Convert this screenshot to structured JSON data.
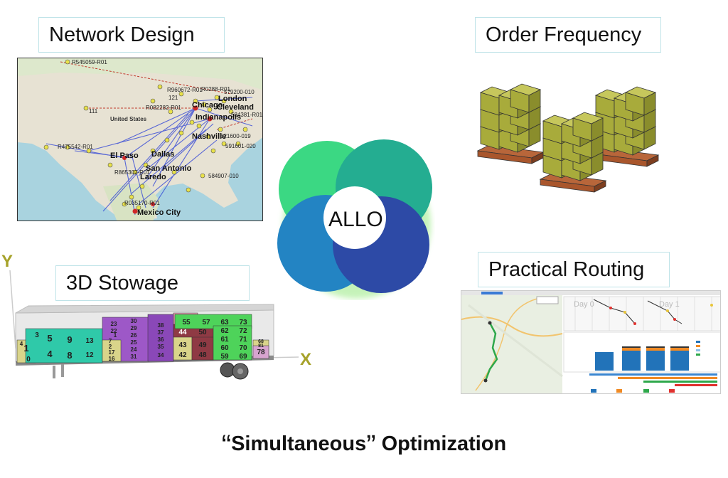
{
  "sections": {
    "network_design": {
      "title": "Network Design"
    },
    "order_frequency": {
      "title": "Order Frequency"
    },
    "stowage": {
      "title": "3D Stowage"
    },
    "routing": {
      "title": "Practical Routing"
    }
  },
  "center": {
    "label": "ALLO"
  },
  "footer": {
    "open_quote": "“",
    "text_a": "Simultaneous",
    "close_quote": "”",
    "text_b": " Optimization"
  },
  "map_labels": {
    "cities": [
      "Chicago",
      "London",
      "Cleveland",
      "Indianapolis",
      "Nashville",
      "Dallas",
      "El Paso",
      "San Antonio",
      "Laredo",
      "Mexico City",
      "United States"
    ],
    "codes": [
      "R545059-R01",
      "R960672-R01",
      "R0288-R01",
      "579200-010",
      "584381-R01",
      "521600-019",
      "591601-020",
      "R082282-R01",
      "R475542-R01",
      "584907-010",
      "R865302-R01",
      "R035170-R01",
      "121",
      "111"
    ]
  },
  "stowage": {
    "axis_y": "Y",
    "axis_x": "X",
    "box_numbers": [
      "1",
      "0",
      "5",
      "4",
      "9",
      "8",
      "13",
      "12",
      "17",
      "16",
      "3",
      "23",
      "22",
      "26",
      "25",
      "24",
      "29",
      "30",
      "31",
      "38",
      "37",
      "36",
      "35",
      "34",
      "44",
      "43",
      "42",
      "50",
      "49",
      "48",
      "55",
      "57",
      "63",
      "62",
      "61",
      "60",
      "59",
      "73",
      "72",
      "71",
      "70",
      "69",
      "68",
      "78",
      "81",
      "7",
      "1",
      "2",
      "4"
    ]
  },
  "routing": {
    "day_labels": [
      "Day 0",
      "Day 1"
    ]
  },
  "colors": {
    "ring_green": "#3bd883",
    "ring_teal": "#24ad91",
    "ring_blue": "#2384c3",
    "ring_navy": "#2d4aa6",
    "box_olive": "#a8ab3b",
    "pallet": "#a9562c"
  }
}
